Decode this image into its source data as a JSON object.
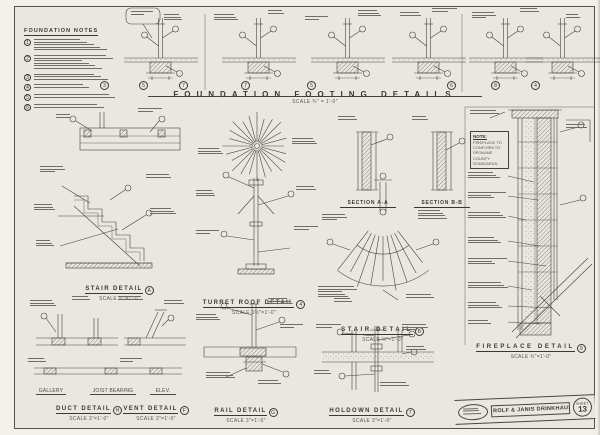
{
  "sheet": {
    "banner": {
      "title": "FOUNDATION FOOTING DETAILS",
      "scale": "SCALE ¾\" = 1'-0\""
    },
    "notes": {
      "title": "FOUNDATION NOTES",
      "numbers": [
        "1",
        "2",
        "3",
        "4",
        "5",
        "6"
      ]
    },
    "sections": {
      "a": "SECTION A-A",
      "b": "SECTION B-B"
    },
    "footing_marks": [
      "3",
      "5",
      "7",
      "7",
      "5",
      "6",
      "8",
      "4"
    ],
    "captions": {
      "stair_a": {
        "title": "STAIR DETAIL",
        "mark": "A",
        "scale": "SCALE ¾\"=1'-0\""
      },
      "turret": {
        "title": "TURRET ROOF DETAIL",
        "mark": "4",
        "scale": "SCALE 1½\"=1'-0\""
      },
      "stair_b": {
        "title": "STAIR DETAIL",
        "mark": "B",
        "scale": "SCALE ¾\"=1'-0\""
      },
      "fireplace": {
        "title": "FIREPLACE DETAIL",
        "mark": "9",
        "scale": "SCALE ¾\"=1'-0\""
      },
      "duct": {
        "title": "DUCT DETAIL",
        "mark": "H",
        "scale": "SCALE 3\"=1'-0\""
      },
      "vent": {
        "title": "VENT DETAIL",
        "mark": "F",
        "scale": "SCALE 3\"=1'-0\""
      },
      "rail": {
        "title": "RAIL DETAIL",
        "mark": "G",
        "scale": "SCALE 3\"=1'-0\""
      },
      "holdown": {
        "title": "HOLDOWN DETAIL",
        "mark": "7",
        "scale": "SCALE 3\"=1'-0\""
      }
    },
    "sub_labels": [
      "GALLERY",
      "JOIST BEARING",
      "ELEV."
    ],
    "fireplace_note": {
      "title": "NOTE:",
      "body": "FIREPLACE TO CONFORM TO SPOKANE COUNTY STANDARDS."
    },
    "title_block": {
      "client": "ROLF & JANIS DRINKHAUS",
      "sheet_word": "SHEET",
      "sheet_number": "13"
    }
  }
}
